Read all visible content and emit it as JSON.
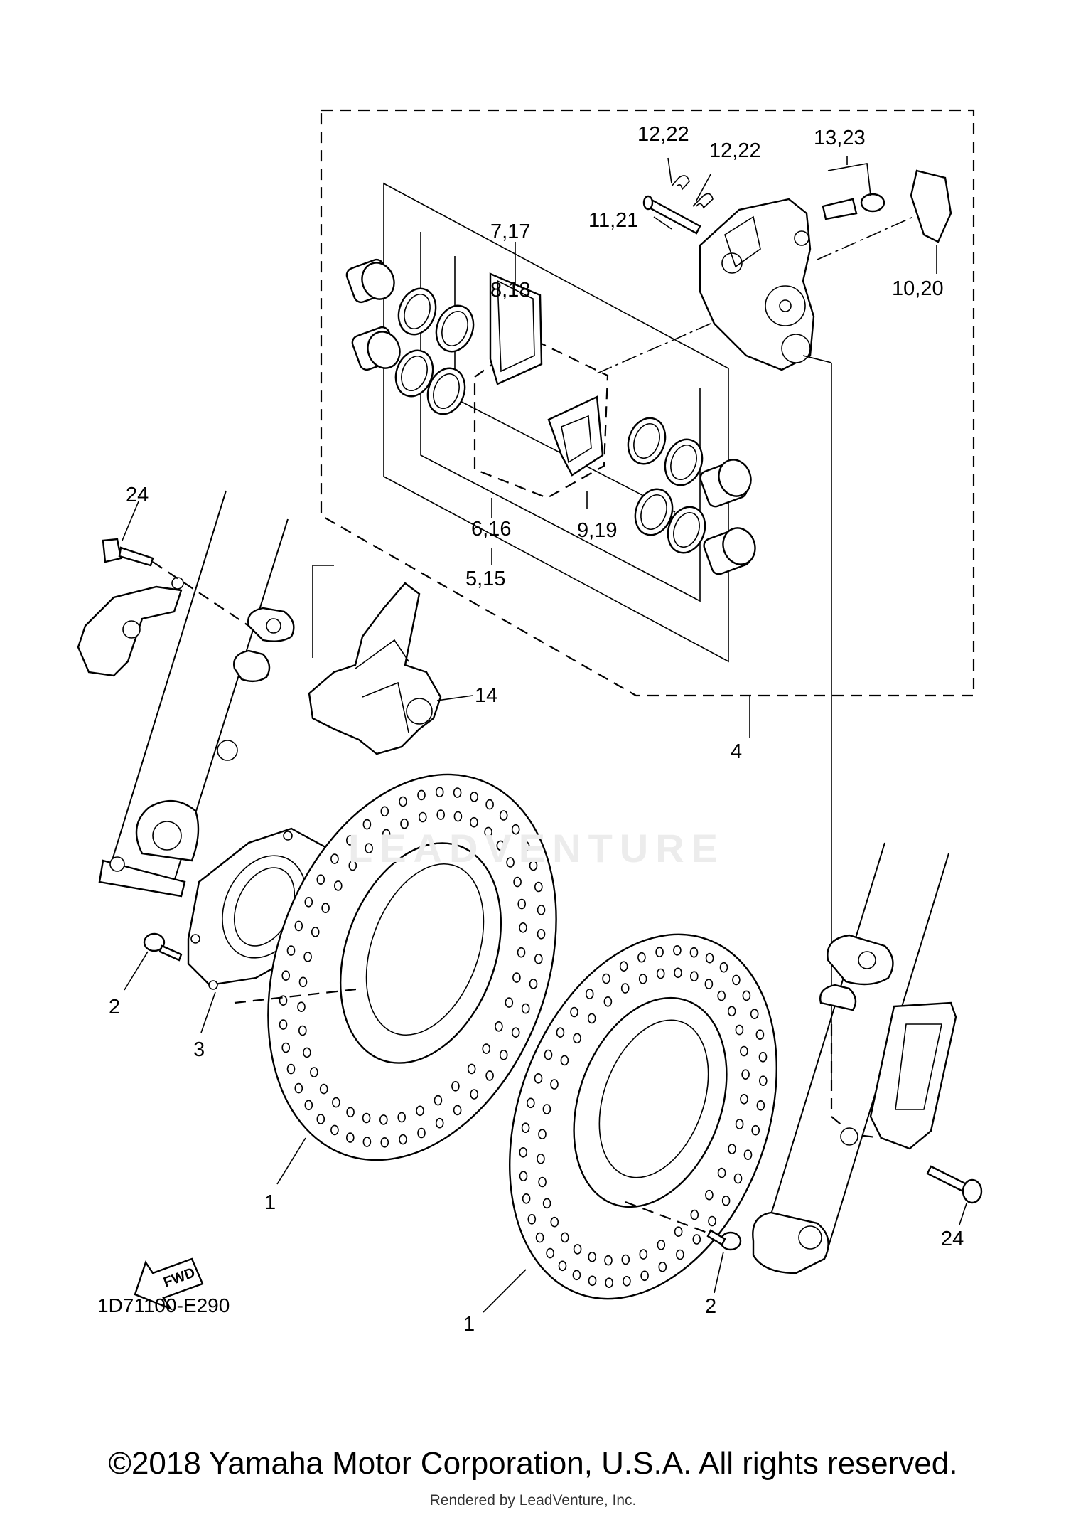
{
  "callouts": {
    "c12_22_a": "12,22",
    "c12_22_b": "12,22",
    "c13_23": "13,23",
    "c7_17": "7,17",
    "c8_18": "8,18",
    "c11_21": "11,21",
    "c10_20": "10,20",
    "c24_top": "24",
    "c6_16": "6,16",
    "c9_19": "9,19",
    "c5_15": "5,15",
    "c14": "14",
    "c4": "4",
    "c2_left": "2",
    "c3": "3",
    "c1_left": "1",
    "c24_right": "24",
    "c1_right": "1",
    "c2_right": "2"
  },
  "fwd_label": "FWD",
  "diagram_code": "1D71100-E290",
  "watermark": "LEADVENTURE",
  "copyright": "©2018 Yamaha Motor Corporation, U.S.A. All rights reserved.",
  "rendered_by": "Rendered by LeadVenture, Inc."
}
